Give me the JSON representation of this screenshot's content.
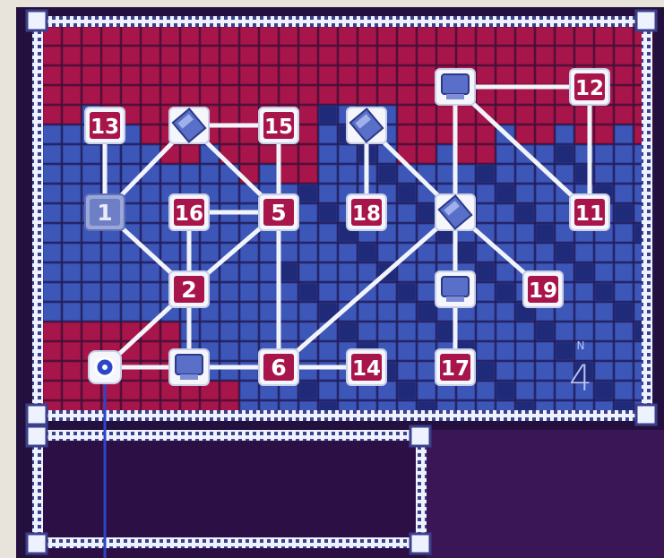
{
  "board": {
    "colors": {
      "red_territory": "#a8154a",
      "blue_territory": "#3d57b8",
      "dark_cell": "#1f2a78",
      "frame": "#eef2ff",
      "panel": "#2b0f45",
      "node_fill": "#f4f6fb",
      "label_red": "#a8154a"
    },
    "level_indicator": {
      "letter": "N",
      "number": "4"
    },
    "numbered_nodes": [
      {
        "id": "1"
      },
      {
        "id": "2"
      },
      {
        "id": "5"
      },
      {
        "id": "6"
      },
      {
        "id": "11"
      },
      {
        "id": "12"
      },
      {
        "id": "13"
      },
      {
        "id": "14"
      },
      {
        "id": "15"
      },
      {
        "id": "16"
      },
      {
        "id": "17"
      },
      {
        "id": "18"
      },
      {
        "id": "19"
      }
    ],
    "icon_nodes": [
      {
        "name": "robot-icon"
      },
      {
        "name": "robot-icon"
      },
      {
        "name": "robot-icon"
      },
      {
        "name": "computer-terminal-icon"
      },
      {
        "name": "computer-terminal-icon"
      },
      {
        "name": "computer-terminal-icon"
      },
      {
        "name": "cursor-target-icon"
      }
    ]
  },
  "message_panel": {
    "text": ""
  }
}
